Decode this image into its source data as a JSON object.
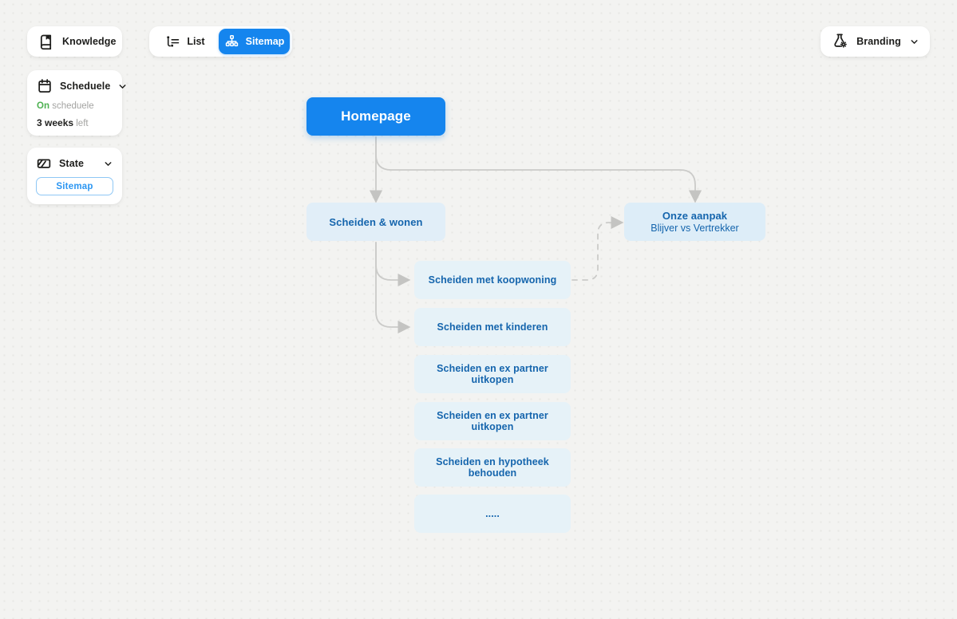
{
  "colors": {
    "accent": "#1585ee",
    "node_text": "#1565ad",
    "node_bg": "#e1eef8",
    "node_bg_child": "#e6f2f8",
    "node_bg_right": "#ddedf8",
    "connector": "#cbcbc9",
    "green": "#4db151",
    "muted": "#a3a3a1"
  },
  "header": {
    "knowledge": {
      "label": "Knowledge"
    },
    "view_toggle": {
      "list_label": "List",
      "sitemap_label": "Sitemap",
      "active": "Sitemap"
    },
    "branding": {
      "label": "Branding"
    }
  },
  "sidebar": {
    "schedule": {
      "title": "Scheduele",
      "status_on": "On",
      "status_rest": "scheduele",
      "time_bold": "3 weeks",
      "time_rest": "left"
    },
    "state": {
      "title": "State",
      "button_label": "Sitemap"
    }
  },
  "sitemap": {
    "root": {
      "label": "Homepage"
    },
    "level2_left": {
      "label": "Scheiden & wonen"
    },
    "level2_right": {
      "title": "Onze aanpak",
      "subtitle": "Blijver vs Vertrekker"
    },
    "children": [
      "Scheiden met koopwoning",
      "Scheiden met kinderen",
      "Scheiden en ex partner uitkopen",
      "Scheiden en ex partner uitkopen",
      "Scheiden en hypotheek behouden",
      "....."
    ]
  }
}
